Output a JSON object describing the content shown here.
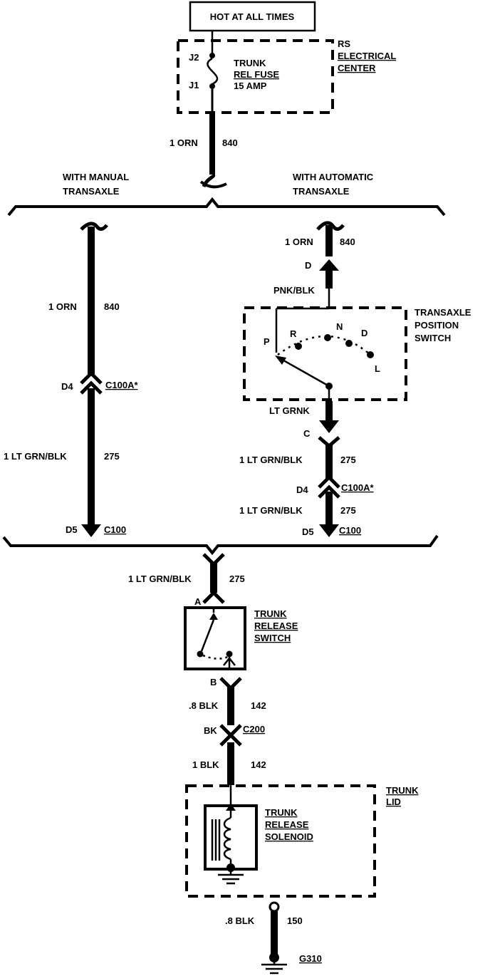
{
  "power_source": {
    "label": "HOT AT ALL TIMES"
  },
  "rs_center": {
    "title_lines": [
      "RS",
      "ELECTRICAL",
      "CENTER"
    ],
    "fuse_lines": [
      "TRUNK",
      "REL FUSE",
      "15 AMP"
    ],
    "terminal_top": "J2",
    "terminal_bottom": "J1"
  },
  "top_wire": {
    "size_color": "1 ORN",
    "circuit": "840"
  },
  "branches": {
    "manual_lines": [
      "WITH MANUAL",
      "TRANSAXLE"
    ],
    "automatic_lines": [
      "WITH AUTOMATIC",
      "TRANSAXLE"
    ]
  },
  "manual": {
    "upper_wire": {
      "size_color": "1 ORN",
      "circuit": "840"
    },
    "c100a": {
      "pin": "D4",
      "connector": "C100A*"
    },
    "lower_wire": {
      "size_color": "1 LT GRN/BLK",
      "circuit": "275"
    },
    "c100": {
      "pin": "D5",
      "connector": "C100"
    }
  },
  "automatic": {
    "upper_wire": {
      "size_color": "1 ORN",
      "circuit": "840"
    },
    "pin_d": "D",
    "pnk_wire": "PNK/BLK",
    "switch_title_lines": [
      "TRANSAXLE",
      "POSITION",
      "SWITCH"
    ],
    "positions": [
      "P",
      "R",
      "N",
      "D",
      "L"
    ],
    "lt_wire": "LT GRNK",
    "pin_c": "C",
    "wire_275a": {
      "size_color": "1 LT GRN/BLK",
      "circuit": "275"
    },
    "c100a": {
      "pin": "D4",
      "connector": "C100A*"
    },
    "wire_275b": {
      "size_color": "1 LT GRN/BLK",
      "circuit": "275"
    },
    "c100": {
      "pin": "D5",
      "connector": "C100"
    }
  },
  "merged_wire": {
    "size_color": "1 LT GRN/BLK",
    "circuit": "275"
  },
  "trunk_release_switch": {
    "pin_a": "A",
    "pin_b": "B",
    "title_lines": [
      "TRUNK",
      "RELEASE",
      "SWITCH"
    ]
  },
  "wire_142a": {
    "size_color": ".8 BLK",
    "circuit": "142"
  },
  "c200": {
    "pin": "BK",
    "connector": "C200"
  },
  "wire_142b": {
    "size_color": "1 BLK",
    "circuit": "142"
  },
  "trunk_lid": {
    "title_lines": [
      "TRUNK",
      "LID"
    ]
  },
  "solenoid": {
    "title_lines": [
      "TRUNK",
      "RELEASE",
      "SOLENOID"
    ]
  },
  "ground_wire": {
    "size_color": ".8 BLK",
    "circuit": "150"
  },
  "ground": {
    "label": "G310"
  }
}
